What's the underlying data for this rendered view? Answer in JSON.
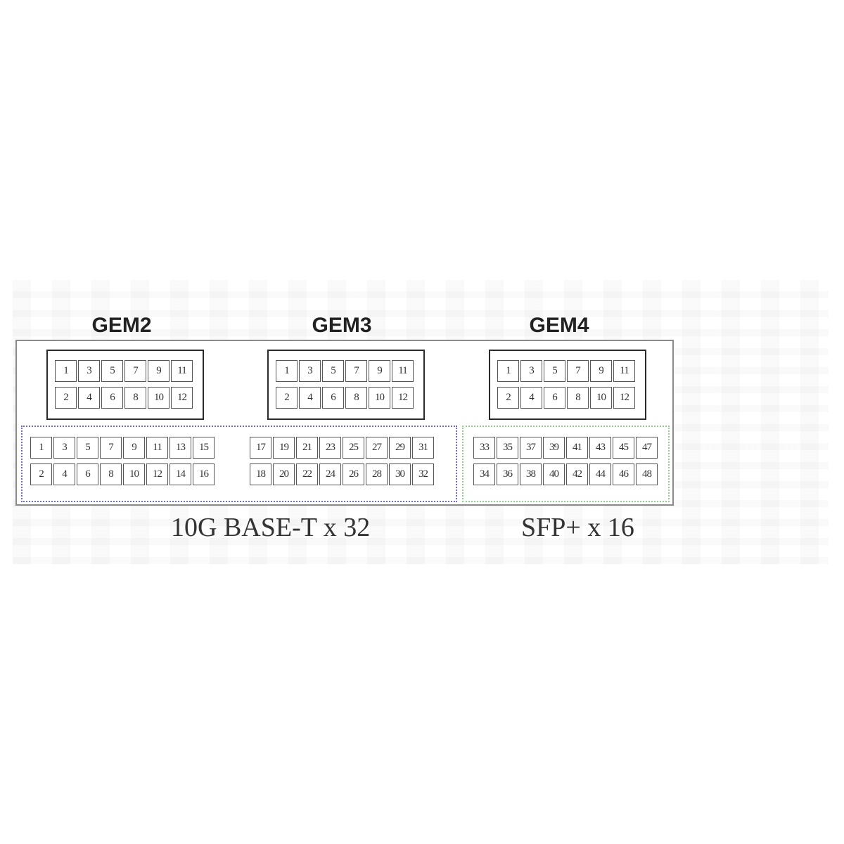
{
  "gems": [
    {
      "title": "GEM2",
      "ports_top": [
        "1",
        "3",
        "5",
        "7",
        "9",
        "11"
      ],
      "ports_bottom": [
        "2",
        "4",
        "6",
        "8",
        "10",
        "12"
      ]
    },
    {
      "title": "GEM3",
      "ports_top": [
        "1",
        "3",
        "5",
        "7",
        "9",
        "11"
      ],
      "ports_bottom": [
        "2",
        "4",
        "6",
        "8",
        "10",
        "12"
      ]
    },
    {
      "title": "GEM4",
      "ports_top": [
        "1",
        "3",
        "5",
        "7",
        "9",
        "11"
      ],
      "ports_bottom": [
        "2",
        "4",
        "6",
        "8",
        "10",
        "12"
      ]
    }
  ],
  "base_t": {
    "caption": "10G BASE-T x 32",
    "blocks": [
      {
        "top": [
          "1",
          "3",
          "5",
          "7",
          "9",
          "11",
          "13",
          "15"
        ],
        "bottom": [
          "2",
          "4",
          "6",
          "8",
          "10",
          "12",
          "14",
          "16"
        ]
      },
      {
        "top": [
          "17",
          "19",
          "21",
          "23",
          "25",
          "27",
          "29",
          "31"
        ],
        "bottom": [
          "18",
          "20",
          "22",
          "24",
          "26",
          "28",
          "30",
          "32"
        ]
      }
    ]
  },
  "sfp": {
    "caption": "SFP+ x 16",
    "blocks": [
      {
        "top": [
          "33",
          "35",
          "37",
          "39",
          "41",
          "43",
          "45",
          "47"
        ],
        "bottom": [
          "34",
          "36",
          "38",
          "40",
          "42",
          "44",
          "46",
          "48"
        ]
      }
    ]
  }
}
